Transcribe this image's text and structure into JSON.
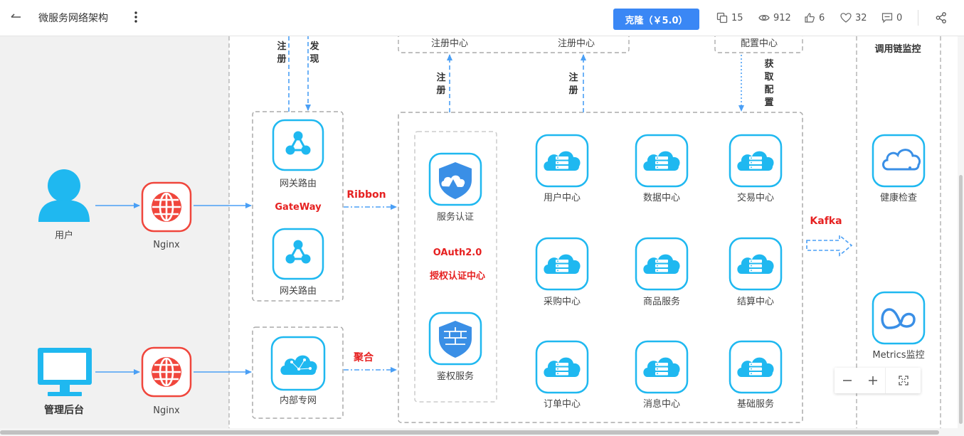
{
  "header": {
    "title": "微服务网络架构",
    "clone_label": "克隆（￥5.0）",
    "stats": {
      "copies": "15",
      "views": "912",
      "likes": "6",
      "favorites": "32",
      "comments": "0"
    }
  },
  "diagram": {
    "user_label": "用户",
    "admin_label": "管理后台",
    "nginx_label": "Nginx",
    "gateway_label_1": "网关路由",
    "gateway_label_2": "网关路由",
    "gateway_name": "GateWay",
    "intranet_label": "内部专网",
    "ribbon_label": "Ribbon",
    "aggregate_label": "聚合",
    "register_label": "注册",
    "discover_label": "发现",
    "get_config_label": "获取配置",
    "kafka_label": "Kafka",
    "registry_label": "注册中心",
    "config_label": "配置中心",
    "auth_service_label": "服务认证",
    "oauth_label": "OAuth2.0",
    "auth_center_label": "授权认证中心",
    "authz_service_label": "鉴权服务",
    "services": [
      "用户中心",
      "数据中心",
      "交易中心",
      "采购中心",
      "商品服务",
      "结算中心",
      "订单中心",
      "消息中心",
      "基础服务"
    ],
    "trace_label": "调用链监控",
    "health_label": "健康检查",
    "metrics_label": "Metrics监控"
  },
  "colors": {
    "accent": "#3a87f5",
    "cyan": "#1fb8f0",
    "red": "#f0463c",
    "dashed_border": "#aaaaaa",
    "arrow": "#4a9ff5",
    "label_red": "#e62121"
  }
}
